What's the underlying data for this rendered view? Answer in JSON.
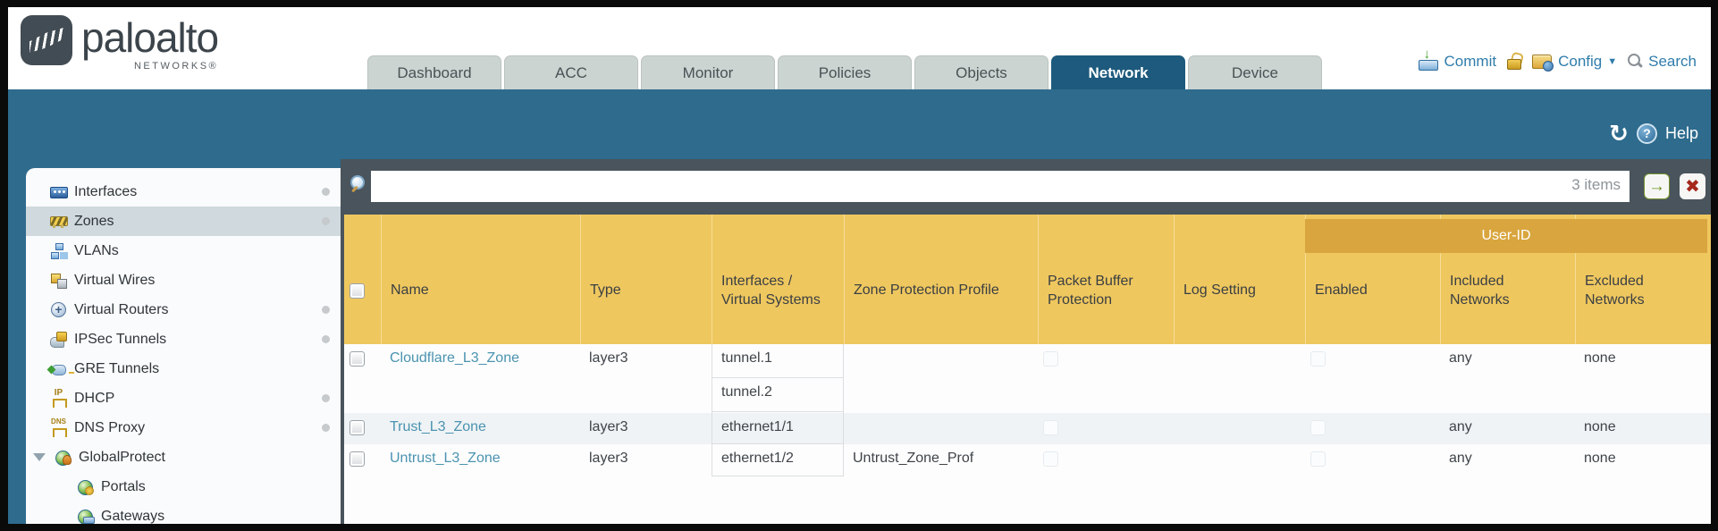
{
  "brand": {
    "name": "paloalto",
    "sub": "NETWORKS®"
  },
  "nav": {
    "tabs": [
      "Dashboard",
      "ACC",
      "Monitor",
      "Policies",
      "Objects",
      "Network",
      "Device"
    ],
    "active_tab": "Network"
  },
  "utilities": {
    "commit_label": "Commit",
    "config_label": "Config",
    "search_label": "Search",
    "help_label": "Help"
  },
  "icons": {
    "refresh": "↻",
    "help_glyph": "?",
    "caret_down": "▼",
    "submit_arrow": "→",
    "clear_x": "✖"
  },
  "sidebar": {
    "items": [
      {
        "label": "Interfaces",
        "icon": "interfaces-icon",
        "has_status_dot": true,
        "selected": false
      },
      {
        "label": "Zones",
        "icon": "zones-icon",
        "has_status_dot": true,
        "selected": true
      },
      {
        "label": "VLANs",
        "icon": "vlans-icon",
        "has_status_dot": false,
        "selected": false
      },
      {
        "label": "Virtual Wires",
        "icon": "virtual-wires-icon",
        "has_status_dot": false,
        "selected": false
      },
      {
        "label": "Virtual Routers",
        "icon": "virtual-routers-icon",
        "has_status_dot": true,
        "selected": false
      },
      {
        "label": "IPSec Tunnels",
        "icon": "ipsec-tunnels-icon",
        "has_status_dot": true,
        "selected": false
      },
      {
        "label": "GRE Tunnels",
        "icon": "gre-tunnels-icon",
        "has_status_dot": false,
        "selected": false
      },
      {
        "label": "DHCP",
        "icon": "dhcp-icon",
        "has_status_dot": true,
        "selected": false
      },
      {
        "label": "DNS Proxy",
        "icon": "dns-proxy-icon",
        "has_status_dot": true,
        "selected": false
      },
      {
        "label": "GlobalProtect",
        "icon": "globalprotect-icon",
        "has_status_dot": false,
        "selected": false,
        "expanded": true
      },
      {
        "label": "Portals",
        "icon": "portals-icon",
        "has_status_dot": false,
        "selected": false,
        "indent": true
      },
      {
        "label": "Gateways",
        "icon": "gateways-icon",
        "has_status_dot": false,
        "selected": false,
        "indent": true
      }
    ]
  },
  "filter": {
    "value": "",
    "count_label": "3 items"
  },
  "table": {
    "group_header": "User-ID",
    "columns": [
      "Name",
      "Type",
      "Interfaces / Virtual Systems",
      "Zone Protection Profile",
      "Packet Buffer Protection",
      "Log Setting",
      "Enabled",
      "Included Networks",
      "Excluded Networks"
    ],
    "rows": [
      {
        "name": "Cloudflare_L3_Zone",
        "type": "layer3",
        "interfaces": [
          "tunnel.1",
          "tunnel.2"
        ],
        "zone_protection_profile": "",
        "log_setting": "",
        "packet_buffer_protection_checked": false,
        "user_id_enabled_checked": false,
        "included_networks": "any",
        "excluded_networks": "none"
      },
      {
        "name": "Trust_L3_Zone",
        "type": "layer3",
        "interfaces": [
          "ethernet1/1"
        ],
        "zone_protection_profile": "",
        "log_setting": "",
        "packet_buffer_protection_checked": false,
        "user_id_enabled_checked": false,
        "included_networks": "any",
        "excluded_networks": "none"
      },
      {
        "name": "Untrust_L3_Zone",
        "type": "layer3",
        "interfaces": [
          "ethernet1/2"
        ],
        "zone_protection_profile": "Untrust_Zone_Prof",
        "log_setting": "",
        "packet_buffer_protection_checked": false,
        "user_id_enabled_checked": false,
        "included_networks": "any",
        "excluded_networks": "none"
      }
    ]
  },
  "colors": {
    "band_teal": "#2e6b8d",
    "active_tab_teal": "#1d5a7d",
    "table_header_gold": "#efc75f",
    "user_id_band_gold": "#d9a53e",
    "filter_bar_slate": "#49545c",
    "link_blue": "#4a93b0",
    "utility_blue": "#2f7cab"
  }
}
